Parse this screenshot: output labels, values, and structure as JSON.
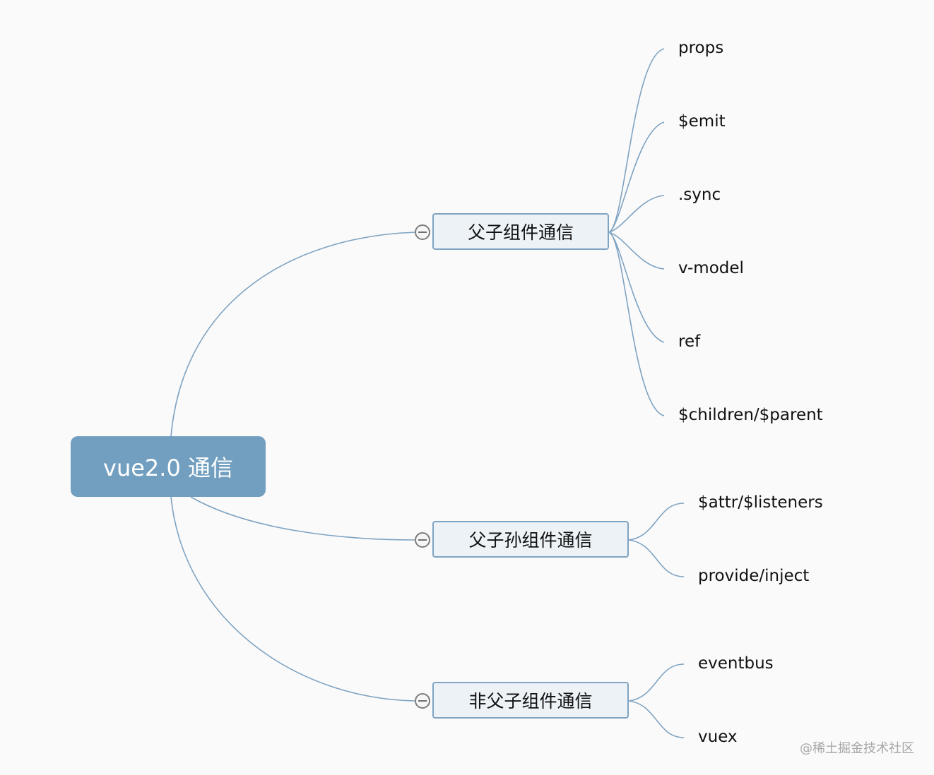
{
  "root": {
    "label": "vue2.0 通信"
  },
  "branches": [
    {
      "label": "父子组件通信",
      "children": [
        "props",
        "$emit",
        ".sync",
        "v-model",
        "ref",
        "$children/$parent"
      ]
    },
    {
      "label": "父子孙组件通信",
      "children": [
        "$attr/$listeners",
        "provide/inject"
      ]
    },
    {
      "label": "非父子组件通信",
      "children": [
        "eventbus",
        "vuex"
      ]
    }
  ],
  "watermark": "@稀土掘金技术社区",
  "colors": {
    "root_fill": "#729fc0",
    "branch_fill": "#edf2f7",
    "branch_border": "#7fa3c2",
    "connector": "#7fa3c2",
    "background": "#fafafa"
  }
}
